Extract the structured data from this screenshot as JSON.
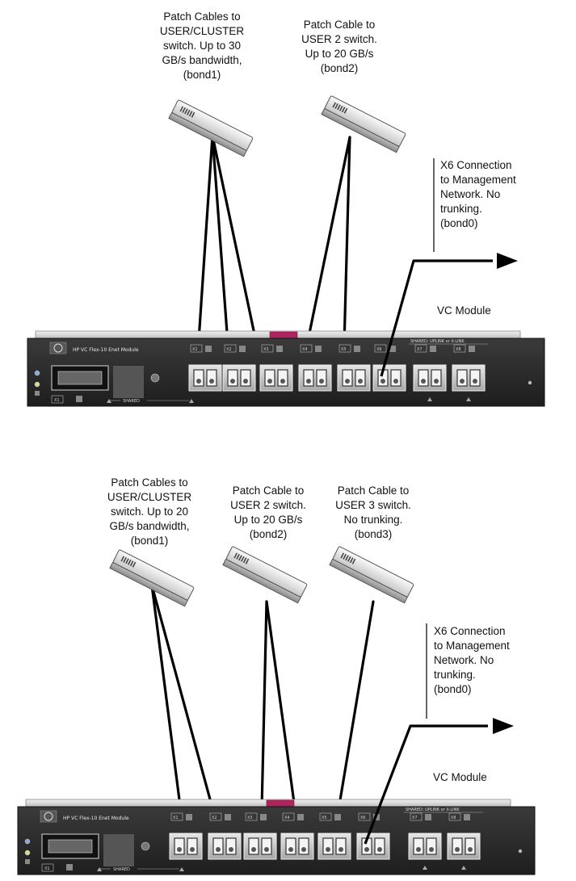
{
  "diagrams": [
    {
      "id": "top",
      "callouts": {
        "bond1": [
          "Patch Cables to",
          "USER/CLUSTER",
          "switch.  Up to 30",
          "GB/s bandwidth,",
          "(bond1)"
        ],
        "bond2": [
          "Patch Cable to",
          "USER 2 switch.",
          "Up to 20 GB/s",
          "(bond2)"
        ],
        "mgmt": [
          "X6 Connection",
          "to Management",
          "Network.  No",
          "trunking.",
          "(bond0)"
        ],
        "module": "VC Module"
      },
      "module": {
        "title": "HP VC Flex-10 Enet Module",
        "shared_label": "SHARED: UPLINK or X-LINK",
        "shared_bottom": "SHARED",
        "ports": [
          "X1",
          "X2",
          "X3",
          "X4",
          "X5",
          "X6",
          "X7",
          "X8"
        ]
      }
    },
    {
      "id": "bottom",
      "callouts": {
        "bond1": [
          "Patch Cables to",
          "USER/CLUSTER",
          "switch.  Up to 20",
          "GB/s bandwidth,",
          "(bond1)"
        ],
        "bond2": [
          "Patch Cable to",
          "USER 2 switch.",
          "Up to 20 GB/s",
          "(bond2)"
        ],
        "bond3": [
          "Patch Cable to",
          "USER 3 switch.",
          "No trunking.",
          "(bond3)"
        ],
        "mgmt": [
          "X6 Connection",
          "to Management",
          "Network.  No",
          "trunking.",
          "(bond0)"
        ],
        "module": "VC Module"
      },
      "module": {
        "title": "HP VC Flex-10 Enet Module",
        "shared_label": "SHARED: UPLINK or X-LINK",
        "shared_bottom": "SHARED",
        "ports": [
          "X1",
          "X2",
          "X3",
          "X4",
          "X5",
          "X6",
          "X7",
          "X8"
        ]
      }
    }
  ],
  "colors": {
    "module_body": "#2b2b2b",
    "module_top": "#d9d9d9",
    "accent_tab": "#b0245e",
    "cable": "#000000"
  }
}
